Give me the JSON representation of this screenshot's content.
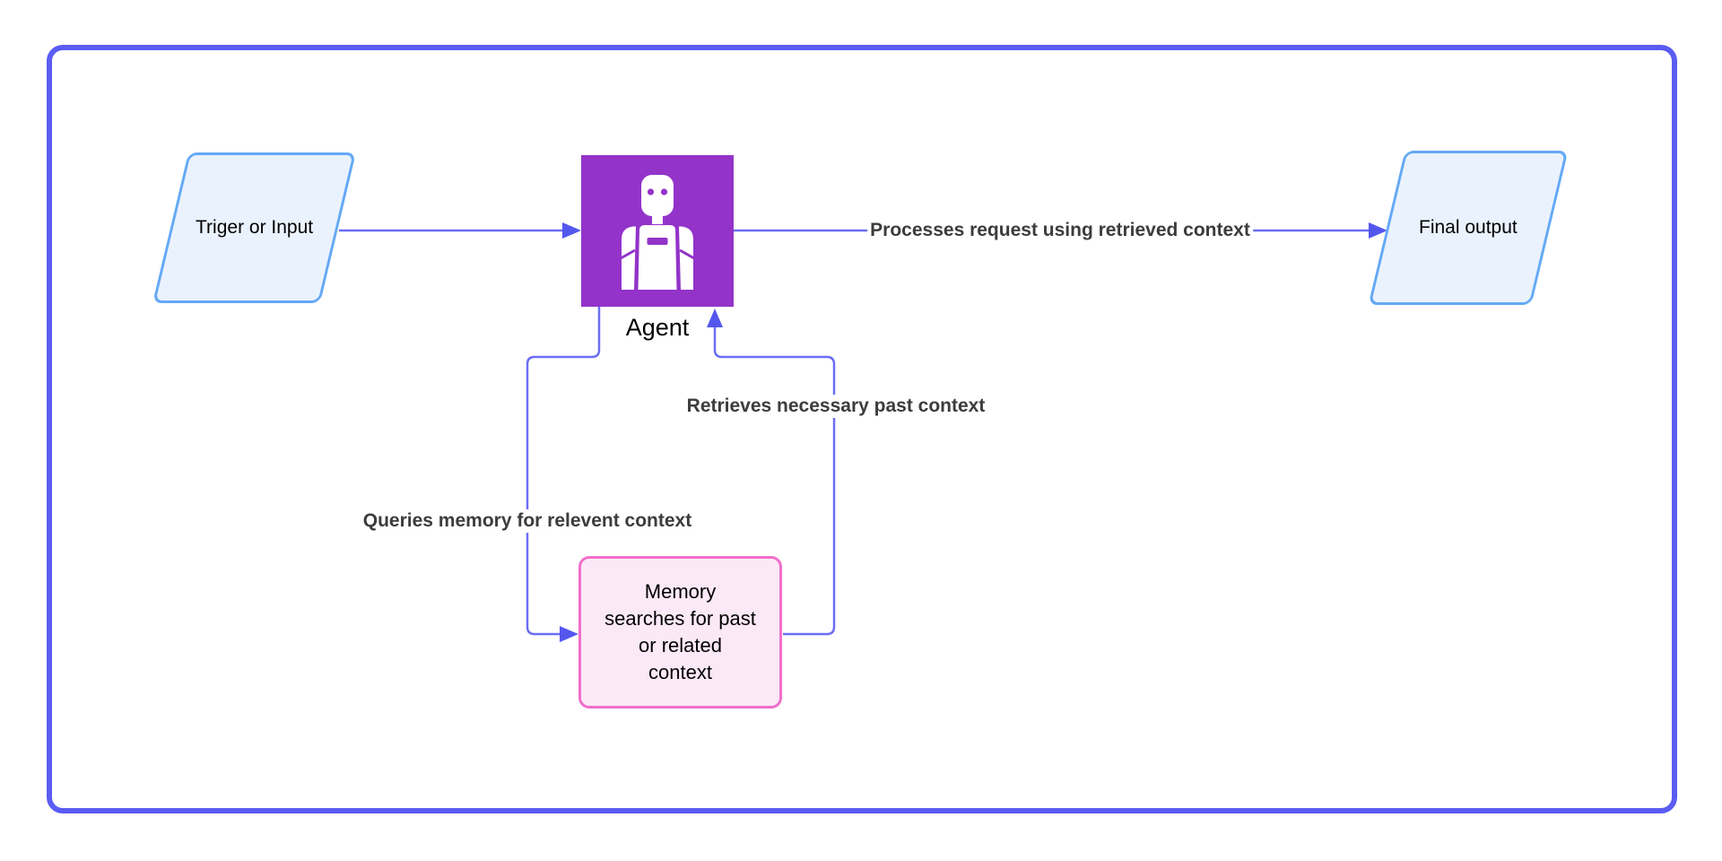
{
  "diagram": {
    "nodes": {
      "trigger": {
        "label": "Triger or Input"
      },
      "agent": {
        "label": "Agent",
        "icon": "robot-icon"
      },
      "final_output": {
        "label": "Final output"
      },
      "memory": {
        "label": "Memory\nsearches for past\nor related\ncontext"
      }
    },
    "edge_labels": {
      "processes": "Processes request using retrieved context",
      "retrieves": "Retrieves necessary past context",
      "queries": "Queries memory for relevent context"
    },
    "colors": {
      "frame_border": "#5b5cf2",
      "connector_line": "#6b6ef4",
      "connector_arrow": "#5457ee",
      "agent_fill": "#9333c9",
      "io_fill": "#eaf2fd",
      "io_border": "#64a9f5",
      "memory_fill": "#fce9f7",
      "memory_border": "#f06fcb",
      "edge_label_text": "#3c3c3c",
      "node_label_text": "#000000"
    }
  }
}
